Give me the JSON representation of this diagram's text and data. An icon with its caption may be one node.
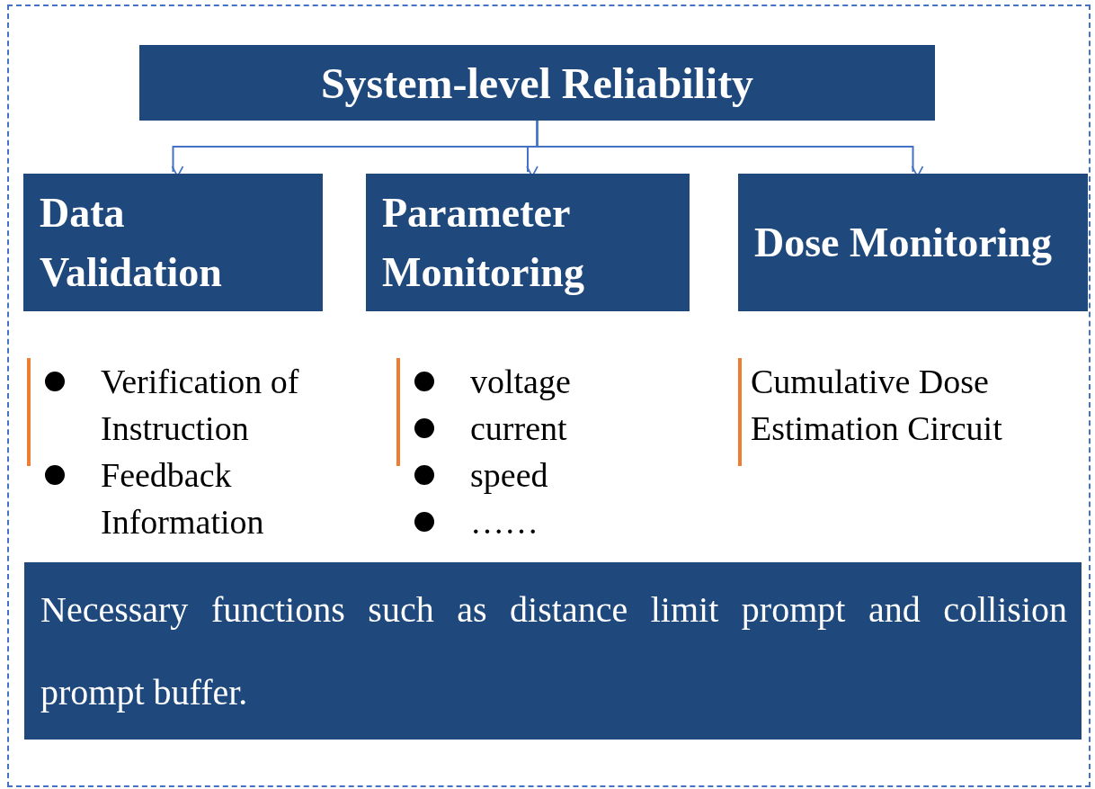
{
  "diagram": {
    "nodes": [
      {
        "text": [
          "System-level Reliability"
        ]
      },
      {
        "text": [
          "Data Validation"
        ],
        "beside": [
          "Verification of Instruction",
          "Feedback Information"
        ]
      },
      {
        "text": [
          "Parameter Monitoring"
        ],
        "beside": [
          "voltage",
          "current",
          "speed",
          "……"
        ]
      },
      {
        "text": [
          "Dose Monitoring"
        ],
        "beside": [
          "Cumulative Dose Estimation Circuit"
        ]
      },
      {
        "text": [
          "Necessary functions such as distance limit prompt and collision prompt buffer."
        ]
      }
    ],
    "edges": [
      {
        "from": 0,
        "to": 1,
        "arrow": "to"
      },
      {
        "from": 0,
        "to": 2,
        "arrow": "to"
      },
      {
        "from": 0,
        "to": 3,
        "arrow": "to"
      }
    ]
  }
}
